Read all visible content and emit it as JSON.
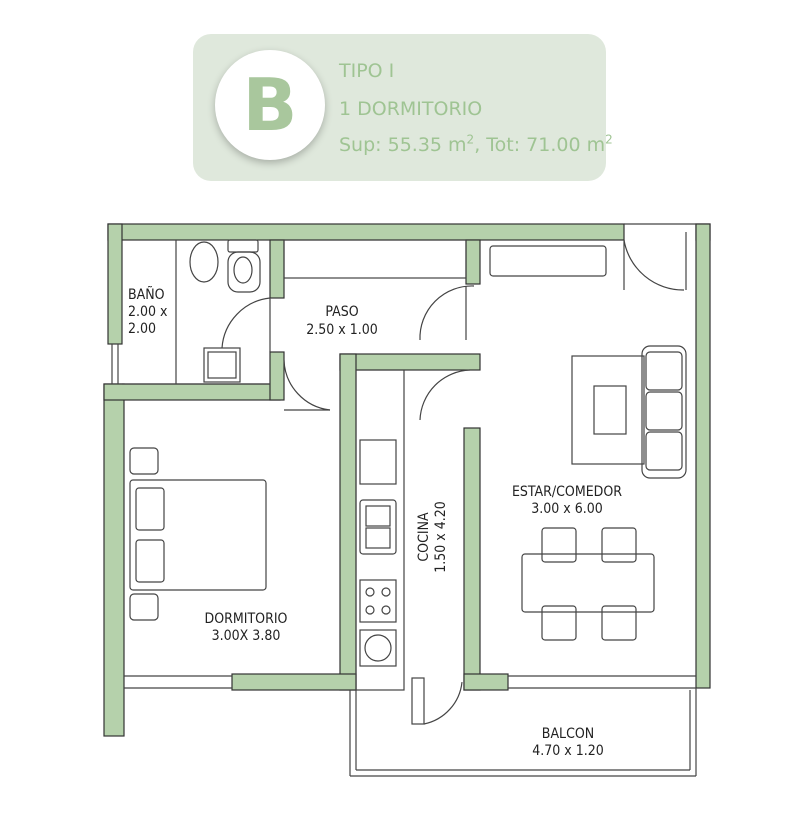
{
  "header": {
    "letter": "B",
    "type_label": "TIPO I",
    "bedrooms_label": "1 DORMITORIO",
    "area_prefix": "Sup: 55.35 m",
    "area_middle": ", Tot: 71.00 m",
    "area_exp": "2",
    "colors": {
      "accent": "#a9c79d",
      "panel": "#dfe8dc"
    }
  },
  "rooms": {
    "bano": {
      "name": "BAÑO",
      "dim_1": "2.00 x",
      "dim_2": "2.00"
    },
    "paso": {
      "name": "PASO",
      "dim": "2.50 x 1.00"
    },
    "cocina": {
      "name": "COCINA",
      "dim": "1.50 x 4.20"
    },
    "estar": {
      "name": "ESTAR/COMEDOR",
      "dim": "3.00 x 6.00"
    },
    "dormitorio": {
      "name": "DORMITORIO",
      "dim": "3.00X 3.80"
    },
    "balcon": {
      "name": "BALCON",
      "dim": "4.70 x 1.20"
    }
  },
  "colors": {
    "wall_fill": "#b5d1ab",
    "wall_stroke": "#333333",
    "line": "#444444"
  }
}
